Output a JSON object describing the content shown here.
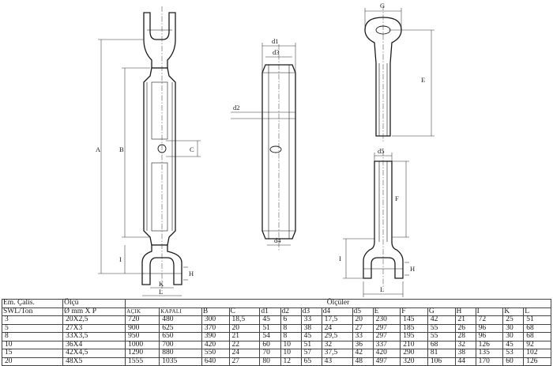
{
  "drawing": {
    "labels": {
      "G": "G",
      "d1": "d1",
      "d3": "d3",
      "d2": "d2",
      "d4": "d4",
      "d5": "d5",
      "A": "A",
      "B": "B",
      "C": "C",
      "E": "E",
      "F": "F",
      "I_left": "I",
      "I_right": "I",
      "H_left": "H",
      "H_right": "H",
      "K": "K",
      "L_left": "L",
      "L_right": "L"
    }
  },
  "table": {
    "header": {
      "em_calis": "Em. Çalis.",
      "swl_ton": "SWL/Ton",
      "olcu": "Ölçü",
      "olcu_sub": "Ø mm X P",
      "olculer": "Ölçüler",
      "acik": "AÇIK",
      "kapali": "KAPALI",
      "cols": [
        "B",
        "C",
        "d1",
        "d2",
        "d3",
        "d4",
        "d5",
        "E",
        "F",
        "G",
        "H",
        "I",
        "K",
        "L"
      ]
    },
    "rows": [
      {
        "swl": "3",
        "size": "20X2,5",
        "acik": "720",
        "kapali": "480",
        "vals": [
          "300",
          "18,5",
          "45",
          "6",
          "33",
          "17,5",
          "20",
          "230",
          "145",
          "42",
          "21",
          "72",
          "25",
          "51"
        ]
      },
      {
        "swl": "5",
        "size": "27X3",
        "acik": "900",
        "kapali": "625",
        "vals": [
          "370",
          "20",
          "51",
          "8",
          "38",
          "24",
          "27",
          "297",
          "185",
          "55",
          "26",
          "96",
          "30",
          "68"
        ]
      },
      {
        "swl": "8",
        "size": "33X3,5",
        "acik": "950",
        "kapali": "650",
        "vals": [
          "390",
          "21",
          "54",
          "8",
          "45",
          "29,5",
          "33",
          "297",
          "195",
          "55",
          "28",
          "96",
          "30",
          "68"
        ]
      },
      {
        "swl": "10",
        "size": "36X4",
        "acik": "1000",
        "kapali": "700",
        "vals": [
          "420",
          "22",
          "60",
          "10",
          "51",
          "32",
          "36",
          "337",
          "210",
          "68",
          "32",
          "126",
          "45",
          "92"
        ]
      },
      {
        "swl": "15",
        "size": "42X4,5",
        "acik": "1290",
        "kapali": "880",
        "vals": [
          "550",
          "24",
          "70",
          "10",
          "57",
          "37,5",
          "42",
          "420",
          "290",
          "81",
          "38",
          "135",
          "53",
          "102"
        ]
      },
      {
        "swl": "20",
        "size": "48X5",
        "acik": "1555",
        "kapali": "1035",
        "vals": [
          "640",
          "27",
          "80",
          "12",
          "65",
          "43",
          "48",
          "497",
          "320",
          "106",
          "44",
          "170",
          "60",
          "126"
        ]
      }
    ]
  }
}
